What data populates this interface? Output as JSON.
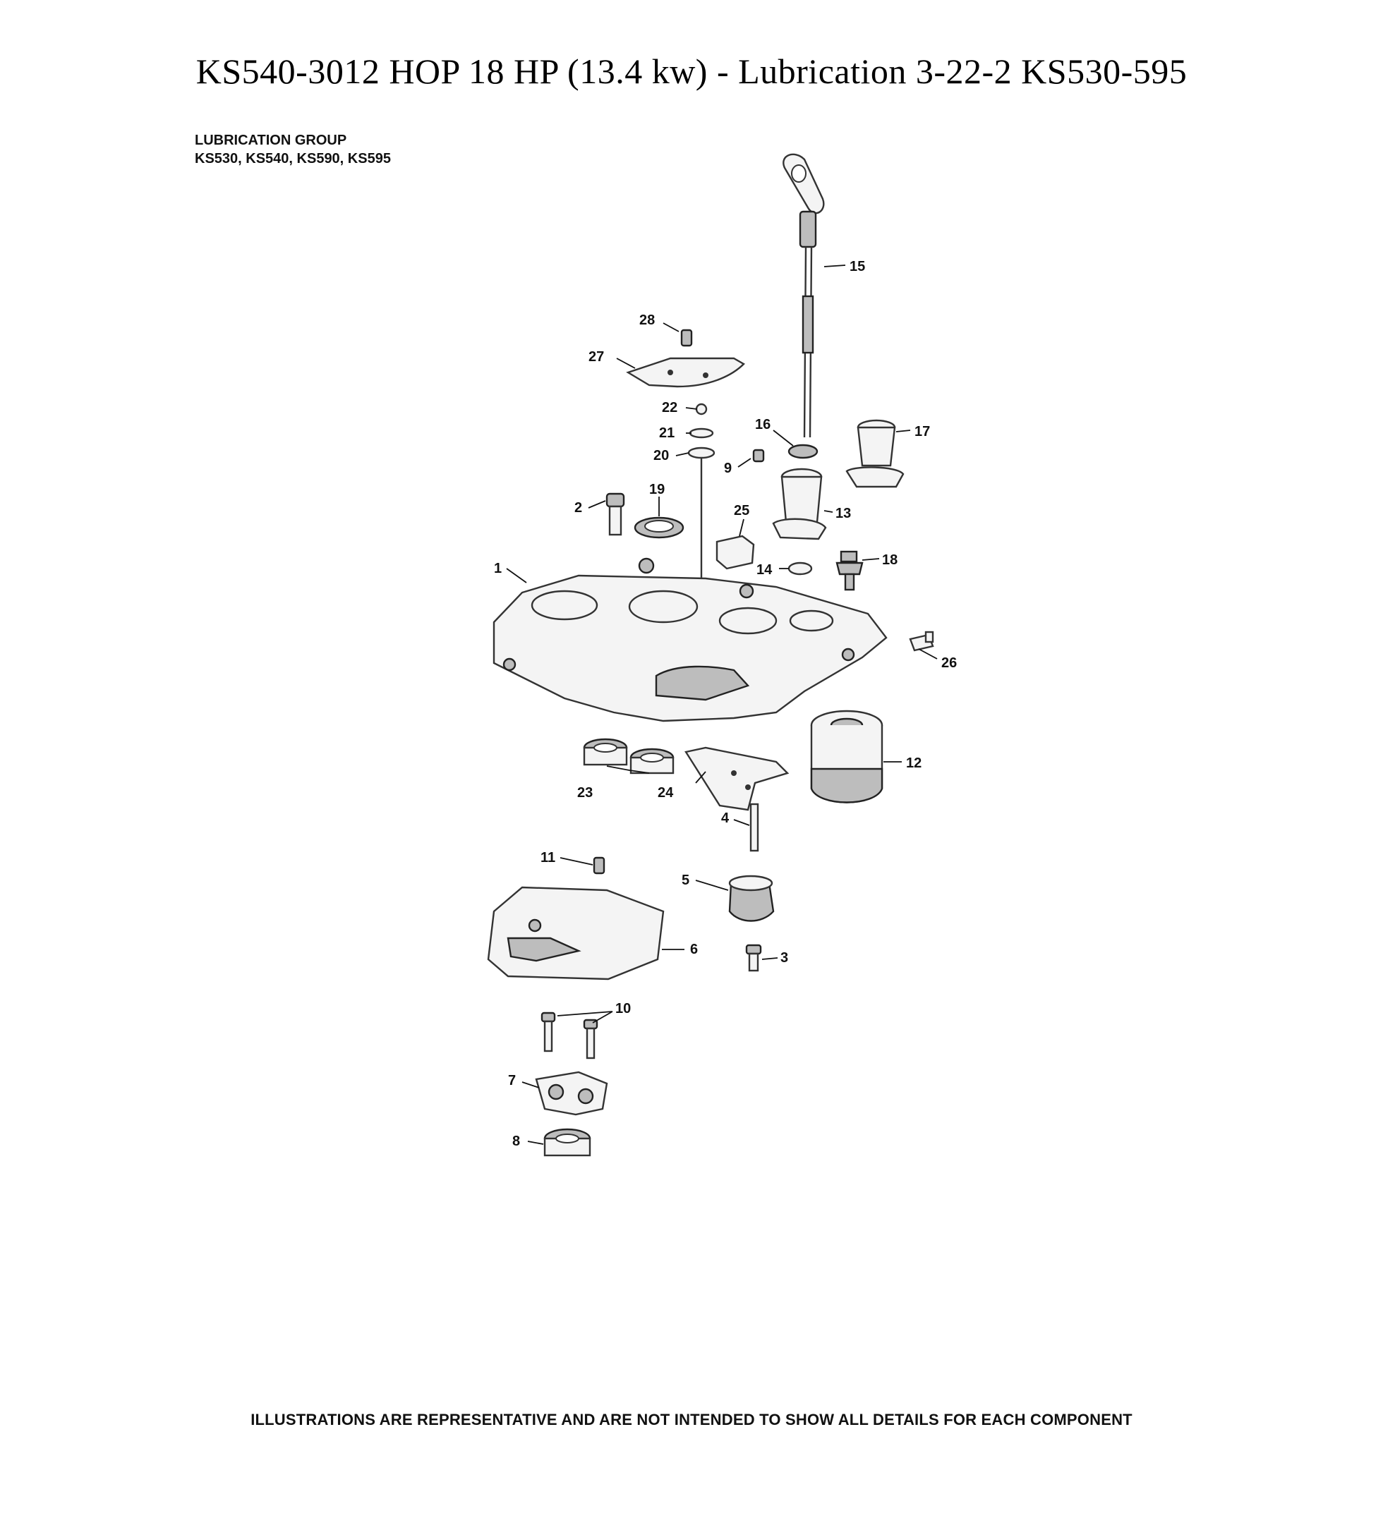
{
  "title": "KS540-3012 HOP 18 HP (13.4 kw) - Lubrication 3-22-2 KS530-595",
  "group": {
    "line1": "LUBRICATION GROUP",
    "line2": "KS530, KS540, KS590, KS595"
  },
  "footer": "ILLUSTRATIONS ARE REPRESENTATIVE AND ARE NOT INTENDED TO SHOW ALL DETAILS FOR EACH COMPONENT",
  "callouts": {
    "p1": "1",
    "p2": "2",
    "p3": "3",
    "p4": "4",
    "p5": "5",
    "p6": "6",
    "p7": "7",
    "p8": "8",
    "p9": "9",
    "p10": "10",
    "p11": "11",
    "p12": "12",
    "p13": "13",
    "p14": "14",
    "p15": "15",
    "p16": "16",
    "p17": "17",
    "p18": "18",
    "p19": "19",
    "p20": "20",
    "p21": "21",
    "p22": "22",
    "p23": "23",
    "p24": "24",
    "p25": "25",
    "p26": "26",
    "p27": "27",
    "p28": "28"
  }
}
